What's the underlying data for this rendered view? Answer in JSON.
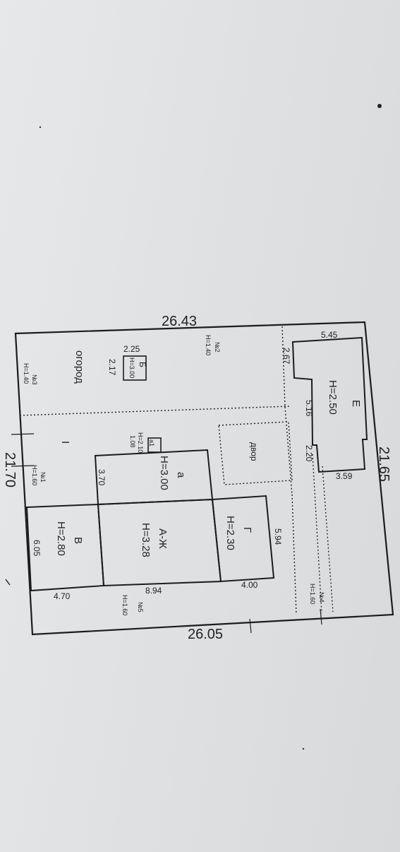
{
  "plan": {
    "dimensions": {
      "top": "26.43",
      "bottom": "26.05",
      "left": "21.70",
      "right": "21.65"
    },
    "buildings": {
      "E": {
        "letter": "Е",
        "height": "H=2.50",
        "dim_top": "5.45",
        "dim_bottom": "3.59",
        "dim_mid": "5.16",
        "dim_small": "2.20",
        "dim_side": "2.67"
      },
      "A": {
        "letter": "А-Ж",
        "height": "H=3.28",
        "dim_bottom": "8.94"
      },
      "a": {
        "letter": "а",
        "height": "H=3.00",
        "dim_left": "3.70"
      },
      "G": {
        "letter": "Г",
        "height": "H=2.30",
        "dim_bottom": "4.00",
        "dim_right": "5.94"
      },
      "V": {
        "letter": "В",
        "height": "H=2.80",
        "dim_bottom": "4.70",
        "dim_left": "6.05"
      },
      "B_small": {
        "letter": "Б",
        "height": "H=3.00",
        "dim_top": "2.25",
        "dim_side": "2.17"
      },
      "small1": {
        "letter": "а1",
        "height": "H=2.10",
        "dim": "1.08"
      }
    },
    "zones": {
      "garden": "огород",
      "yard": "двор",
      "roman": "I"
    },
    "fences": {
      "m1_top": {
        "code": "№2",
        "h": "H=1.40"
      },
      "m1_left": {
        "code": "№3",
        "h": "H=1.40"
      },
      "m1_mid": {
        "code": "№1",
        "h": "H=1.60"
      },
      "m1_bottom": {
        "code": "№5",
        "h": "H=1.60"
      },
      "m1_right": {
        "code": "№4",
        "h": "H=1.60"
      }
    }
  }
}
